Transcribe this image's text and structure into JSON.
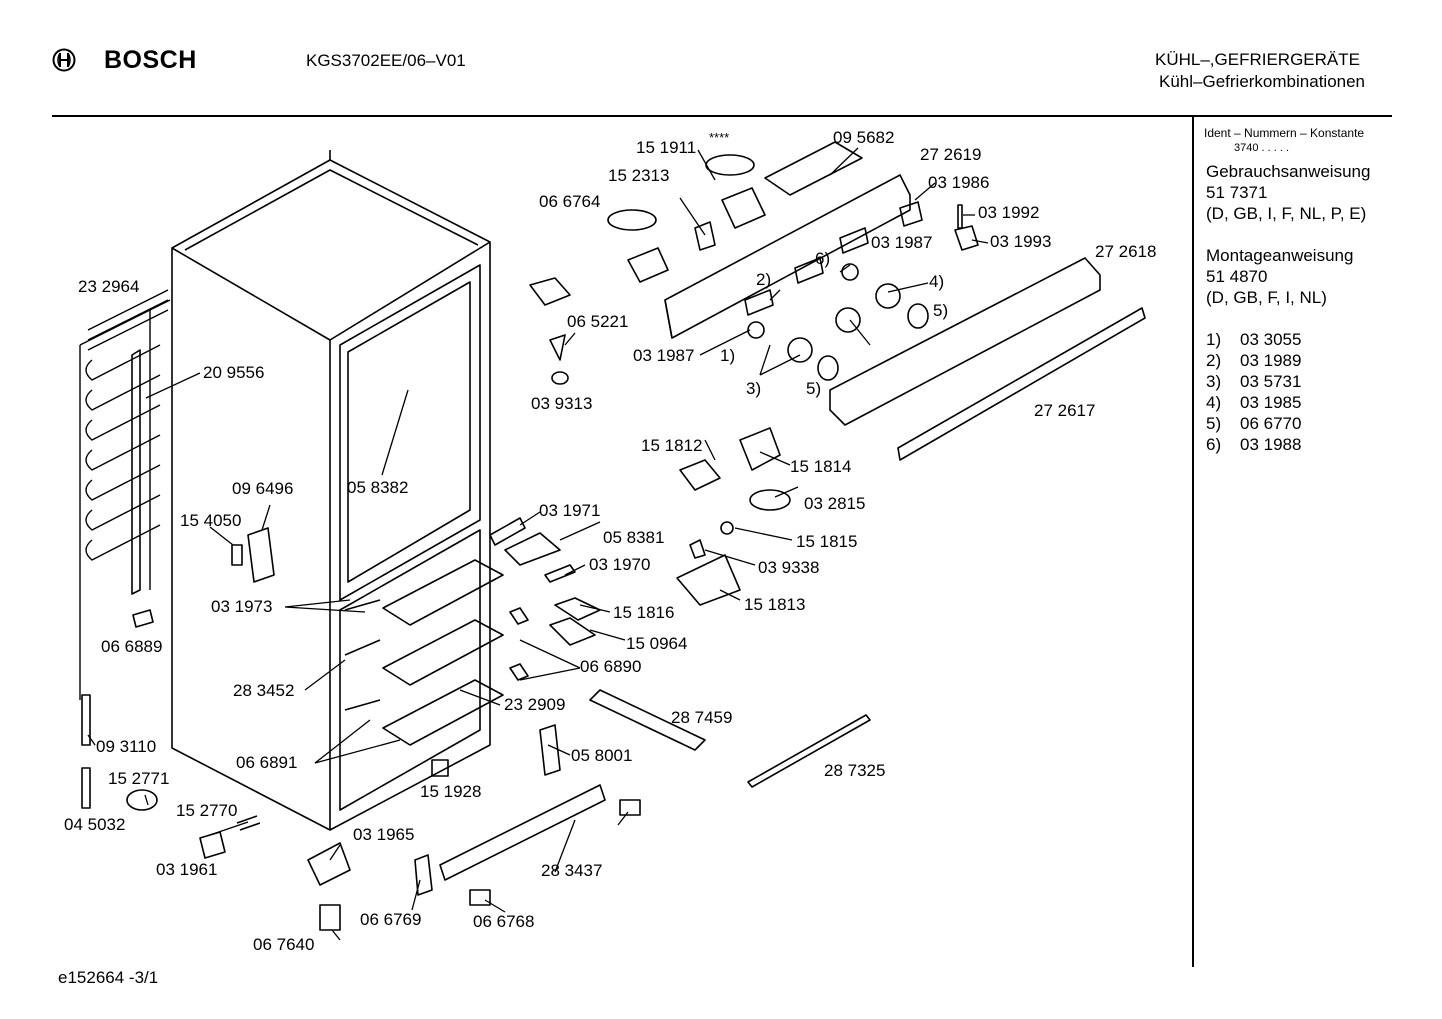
{
  "header": {
    "brand": "BOSCH",
    "model": "KGS3702EE/06–V01",
    "category_line1": "KÜHL–,GEFRIERGERÄTE",
    "category_line2": "Kühl–Gefrierkombinationen"
  },
  "sidebar": {
    "ident_title": "Ident – Nummern – Konstante",
    "ident_value": "3740  .  .  .  .  .",
    "user_manual_title": "Gebrauchsanweisung",
    "user_manual_number": "51 7371",
    "user_manual_langs": "(D, GB, I, F, NL, P, E)",
    "install_title": "Montageanweisung",
    "install_number": "51 4870",
    "install_langs": "(D, GB, F, I, NL)",
    "notes": [
      {
        "key": "1)",
        "value": "03 3055"
      },
      {
        "key": "2)",
        "value": "03 1989"
      },
      {
        "key": "3)",
        "value": "03 5731"
      },
      {
        "key": "4)",
        "value": "03 1985"
      },
      {
        "key": "5)",
        "value": "06 6770"
      },
      {
        "key": "6)",
        "value": "03 1988"
      }
    ]
  },
  "footer": {
    "drawing_id": "e152664   -3/1"
  },
  "parts": [
    "23 2964",
    "20 9556",
    "09 6496",
    "15 4050",
    "03 1973",
    "06 6889",
    "28 3452",
    "06 6891",
    "09 3110",
    "15 2771",
    "04 5032",
    "15 2770",
    "03 1961",
    "03 1965",
    "06 7640",
    "06 6769",
    "06 6768",
    "28 3437",
    "15 1928",
    "23 2909",
    "05 8001",
    "06 6890",
    "15 0964",
    "15 1816",
    "03 1970",
    "05 8381",
    "03 1971",
    "05 8382",
    "03 9313",
    "06 5221",
    "15 2313",
    "06 6764",
    "15 1911",
    "****",
    "09 5682",
    "27 2619",
    "03 1986",
    "03 1992",
    "03 1993",
    "03 1987",
    "27 2618",
    "27 2617",
    "15 1812",
    "15 1814",
    "03 2815",
    "15 1815",
    "03 9338",
    "15 1813",
    "28 7459",
    "28 7325",
    "1)",
    "2)",
    "3)",
    "4)",
    "5)",
    "6)"
  ]
}
